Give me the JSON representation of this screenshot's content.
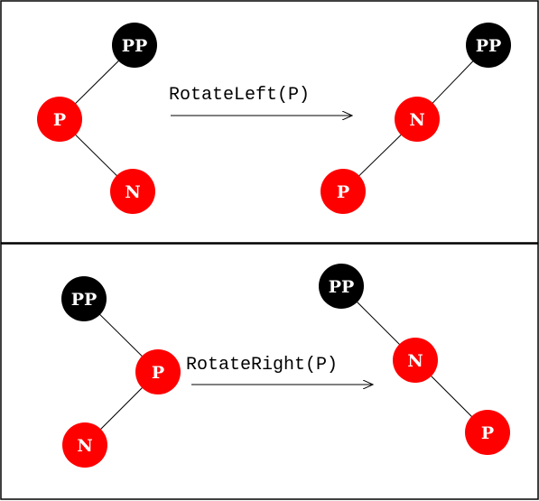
{
  "colors": {
    "red_node": "#ff0000",
    "black_node": "#000000",
    "label": "#ffffff",
    "line": "#000000"
  },
  "top_panel": {
    "operation": "RotateLeft(P)",
    "before": {
      "pp_label": "PP",
      "p_label": "P",
      "n_label": "N"
    },
    "after": {
      "pp_label": "PP",
      "n_label": "N",
      "p_label": "P"
    }
  },
  "bottom_panel": {
    "operation": "RotateRight(P)",
    "before": {
      "pp_label": "PP",
      "p_label": "P",
      "n_label": "N"
    },
    "after": {
      "pp_label": "PP",
      "n_label": "N",
      "p_label": "P"
    }
  }
}
